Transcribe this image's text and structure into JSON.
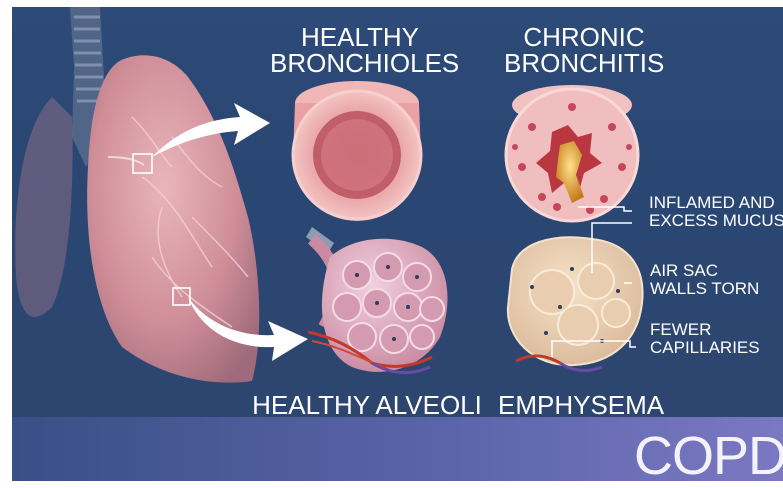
{
  "headings": {
    "healthy_bronchioles": "HEALTHY BRONCHIOLES",
    "chronic_bronchitis": "CHRONIC BRONCHITIS",
    "healthy_alveoli": "HEALTHY ALVEOLI",
    "emphysema": "EMPHYSEMA"
  },
  "annotations": {
    "inflamed": "INFLAMED AND EXCESS MUCUS",
    "air_sac": "AIR SAC WALLS TORN",
    "capillaries": "FEWER CAPILLARIES"
  },
  "banner": {
    "title": "COPD"
  },
  "colors": {
    "background": "#2c4872",
    "band": "#6a6cb6",
    "lung": "#d59aa2",
    "arrow": "#ffffff"
  }
}
